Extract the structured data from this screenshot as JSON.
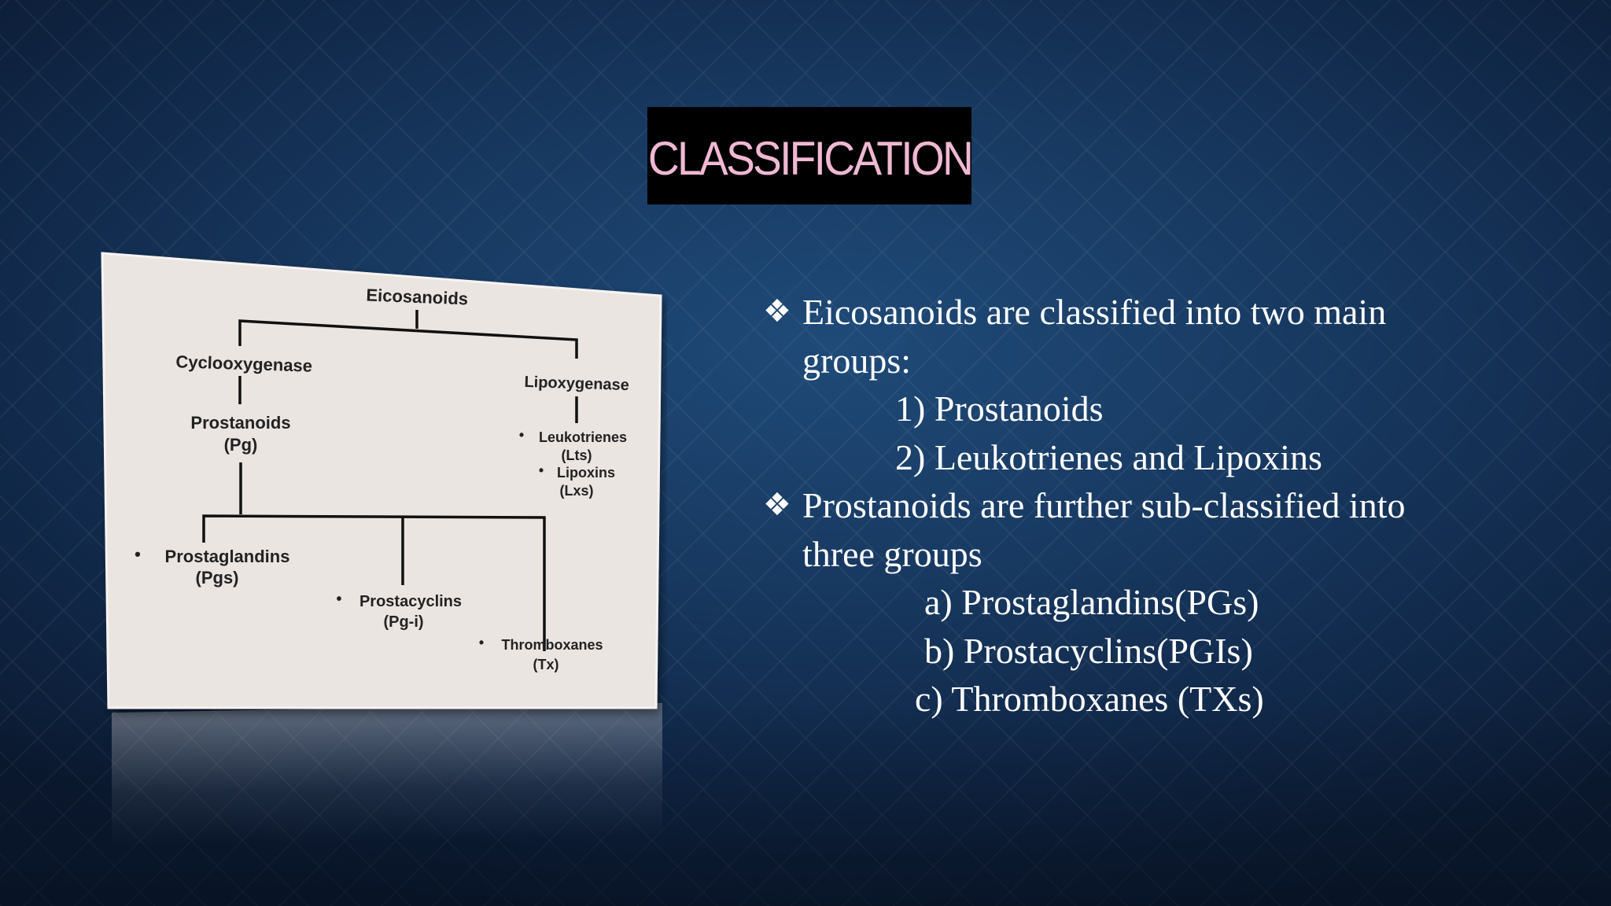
{
  "slide": {
    "title": "CLASSIFICATION",
    "colors": {
      "background": "#183a62",
      "title_box": "#000000",
      "title_text": "#f0b8d2",
      "body_text": "#ffffff",
      "card": "#ebe5e2"
    }
  },
  "diagram": {
    "root": "Eicosanoids",
    "left_branch": "Cyclooxygenase",
    "right_branch": "Lipoxygenase",
    "prostanoids": [
      "Prostanoids",
      "(Pg)"
    ],
    "leukotrienes": [
      "Leukotrienes",
      "(Lts)"
    ],
    "lipoxins": [
      "Lipoxins",
      "(Lxs)"
    ],
    "prostaglandins": [
      "Prostaglandins",
      "(Pgs)"
    ],
    "prostacyclins": [
      "Prostacyclins",
      "(Pg-i)"
    ],
    "thromboxanes": [
      "Thromboxanes",
      "(Tx)"
    ],
    "bullet": "•"
  },
  "content": {
    "bullet_icon": "❖",
    "bullet1": [
      "Eicosanoids are classified into two main",
      "groups:"
    ],
    "groups": [
      "1) Prostanoids",
      "2) Leukotrienes and Lipoxins"
    ],
    "bullet2": [
      "Prostanoids are further sub-classified into",
      "three groups"
    ],
    "subgroups": [
      "a) Prostaglandins(PGs)",
      "b) Prostacyclins(PGIs)",
      "c) Thromboxanes (TXs)"
    ]
  }
}
